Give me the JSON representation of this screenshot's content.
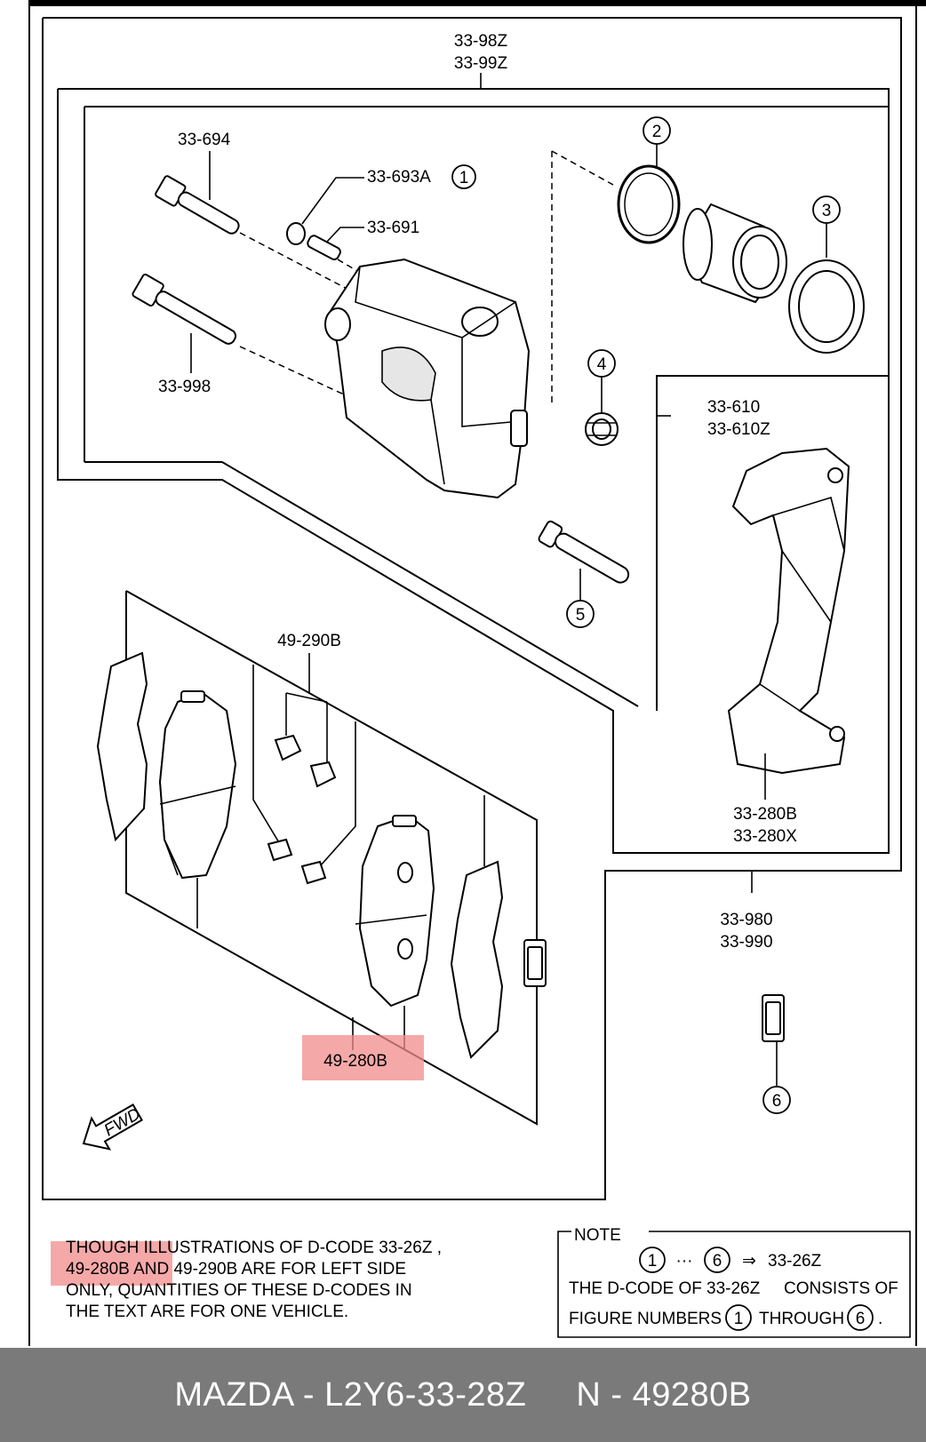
{
  "labels": {
    "assy_1": "33-98Z",
    "assy_2": "33-99Z",
    "bolt_top": "33-694",
    "part_693": "33-693A",
    "part_691": "33-691",
    "bolt_bottom": "33-998",
    "bracket_1": "33-610",
    "bracket_2": "33-610Z",
    "clips": "49-290B",
    "pads": "49-280B",
    "mount_1": "33-280B",
    "mount_2": "33-280X",
    "kit_1": "33-980",
    "kit_2": "33-990",
    "fwd": "FWD"
  },
  "figure_numbers": [
    "1",
    "2",
    "3",
    "4",
    "5",
    "6"
  ],
  "note_left": {
    "line1": "THOUGH ILLUSTRATIONS OF D-CODE 33-26Z ,",
    "line2": "49-280B AND 49-290B ARE FOR LEFT SIDE",
    "line3": "ONLY, QUANTITIES OF THESE D-CODES IN",
    "line4": "THE TEXT ARE FOR ONE VEHICLE."
  },
  "note_box": {
    "title": "NOTE",
    "range_start": "1",
    "ellipsis": "···",
    "range_end": "6",
    "arrow": "⇒",
    "target": "33-26Z",
    "line2_a": "THE D-CODE OF",
    "line2_code": "33-26Z",
    "line2_b": "CONSISTS OF",
    "line3_a": "FIGURE NUMBERS",
    "line3_mid": "THROUGH",
    "line3_end": "."
  },
  "footer": {
    "left": "MAZDA - L2Y6-33-28Z",
    "right": "N - 49280B"
  },
  "colors": {
    "highlight": "#f28b8b",
    "footer_bg": "#7a7a7a"
  }
}
